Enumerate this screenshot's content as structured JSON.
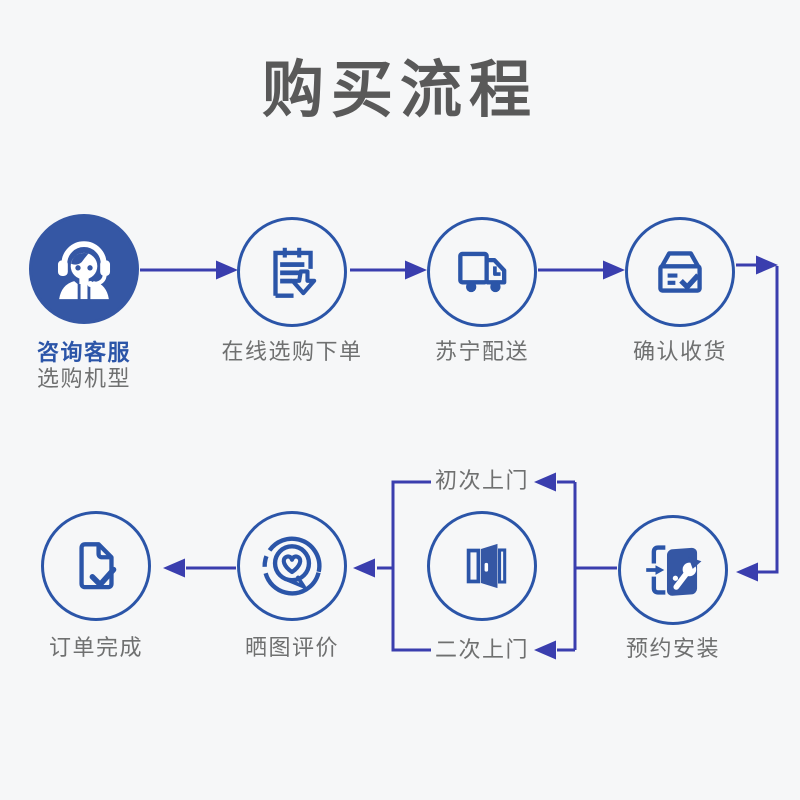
{
  "title": "购买流程",
  "colors": {
    "background": "#f6f7f8",
    "primary_blue": "#2b55a8",
    "filled_blue": "#3557a4",
    "arrow_indigo": "#3a3eae",
    "title_gray": "#595959",
    "label_gray": "#6f7070"
  },
  "steps": {
    "row1": [
      {
        "label": "咨询客服",
        "sublabel": "选购机型",
        "icon": "customer-service-icon"
      },
      {
        "label": "在线选购下单",
        "icon": "order-list-icon"
      },
      {
        "label": "苏宁配送",
        "icon": "delivery-truck-icon"
      },
      {
        "label": "确认收货",
        "icon": "package-check-icon"
      }
    ],
    "row2": [
      {
        "label": "预约安装",
        "icon": "door-wrench-icon"
      },
      {
        "label": "",
        "icon": "open-door-icon"
      },
      {
        "label": "晒图评价",
        "icon": "heart-bubble-icon"
      },
      {
        "label": "订单完成",
        "icon": "document-check-icon"
      }
    ],
    "branches": {
      "first_visit": "初次上门",
      "second_visit": "二次上门"
    }
  }
}
